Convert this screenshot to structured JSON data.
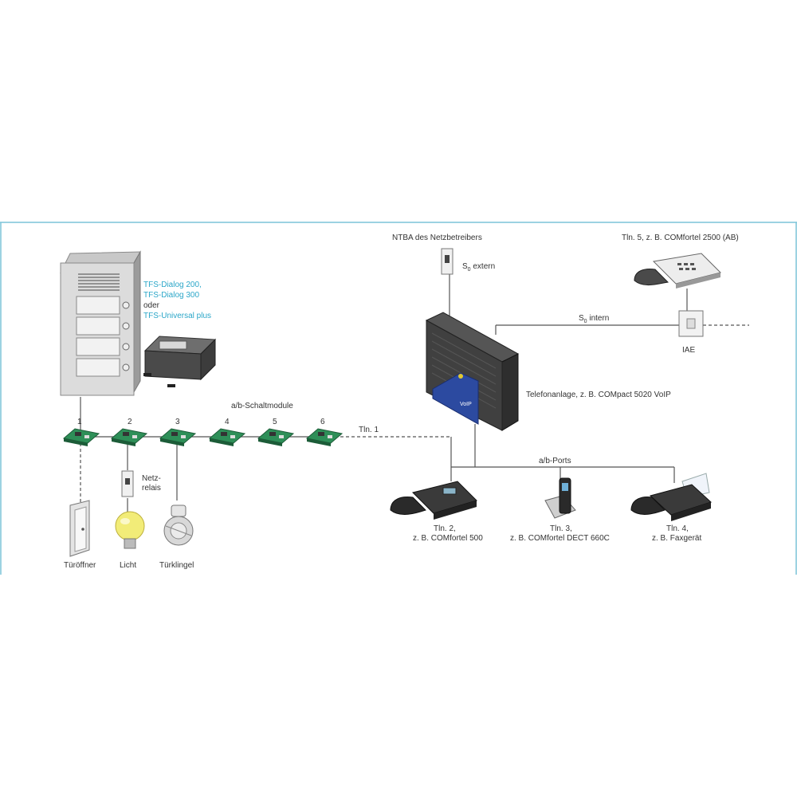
{
  "colors": {
    "frame": "#7cc4d8",
    "accent_text": "#2aa6c8",
    "line": "#555555",
    "module_green": "#2e8f58",
    "pbx_blue": "#2c4aa0"
  },
  "door_station": {
    "label_lines": [
      "TFS-Dialog 200,",
      "TFS-Dialog 300",
      "oder",
      "TFS-Universal plus"
    ]
  },
  "modules": {
    "title": "a/b-Schaltmodule",
    "numbers": [
      "1",
      "2",
      "3",
      "4",
      "5",
      "6"
    ]
  },
  "tln1": "Tln. 1",
  "netzrelais": [
    "Netz-",
    "relais"
  ],
  "bottom_labels": {
    "door_opener": "Türöffner",
    "light": "Licht",
    "bell": "Türklingel"
  },
  "ntba": {
    "title": "NTBA des Netzbetreibers",
    "s0_extern": [
      "S",
      "0",
      " extern"
    ]
  },
  "pbx": {
    "label": "Telefonanlage, z. B. COMpact 5020 VoIP",
    "badge": "VoIP"
  },
  "s0_intern": [
    "S",
    "0",
    " intern"
  ],
  "iae": "IAE",
  "tln5": "Tln. 5, z. B. COMfortel 2500 (AB)",
  "ab_ports": "a/b-Ports",
  "tln2": [
    "Tln. 2,",
    "z. B. COMfortel 500"
  ],
  "tln3": [
    "Tln. 3,",
    "z. B. COMfortel DECT 660C"
  ],
  "tln4": [
    "Tln. 4,",
    "z. B. Faxgerät"
  ]
}
